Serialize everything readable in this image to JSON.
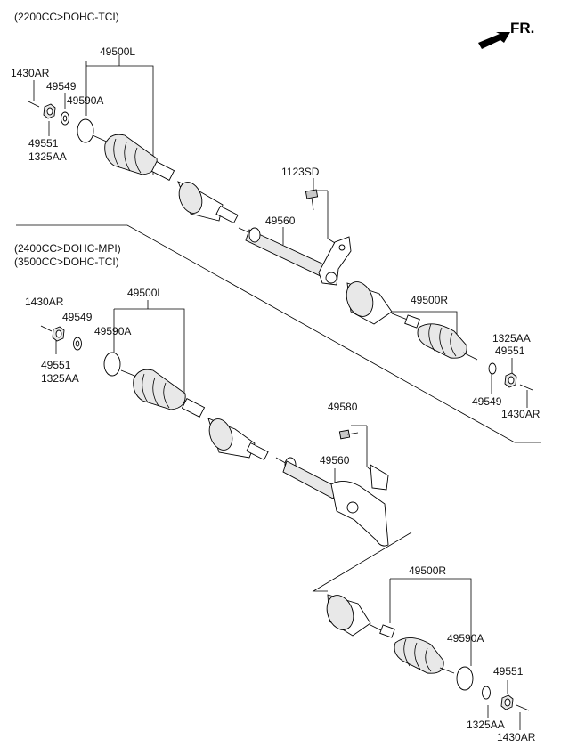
{
  "direction": "FR.",
  "sections": [
    {
      "engine": "(2200CC>DOHC-TCI)",
      "labels": {
        "pin_left": "1430AR",
        "washer_left": "49549",
        "shaft_left": "49500L",
        "ring_left": "49590A",
        "nut_left_a": "49551",
        "nut_left_b": "1325AA",
        "bolt": "1123SD",
        "intermediate_shaft": "49560",
        "shaft_right": "49500R",
        "nut_right_b": "1325AA",
        "nut_right_a": "49551",
        "washer_right": "49549",
        "pin_right": "1430AR"
      }
    },
    {
      "engine": [
        "(2400CC>DOHC-MPI)",
        "(3500CC>DOHC-TCI)"
      ],
      "labels": {
        "pin_left": "1430AR",
        "shaft_left": "49500L",
        "washer_left": "49549",
        "ring_left": "49590A",
        "nut_left_a": "49551",
        "nut_left_b": "1325AA",
        "bolt": "49580",
        "intermediate_shaft": "49560",
        "shaft_right": "49500R",
        "ring_right": "49590A",
        "nut_right_a": "49551",
        "nut_right_b": "1325AA",
        "pin_right": "1430AR"
      }
    }
  ]
}
